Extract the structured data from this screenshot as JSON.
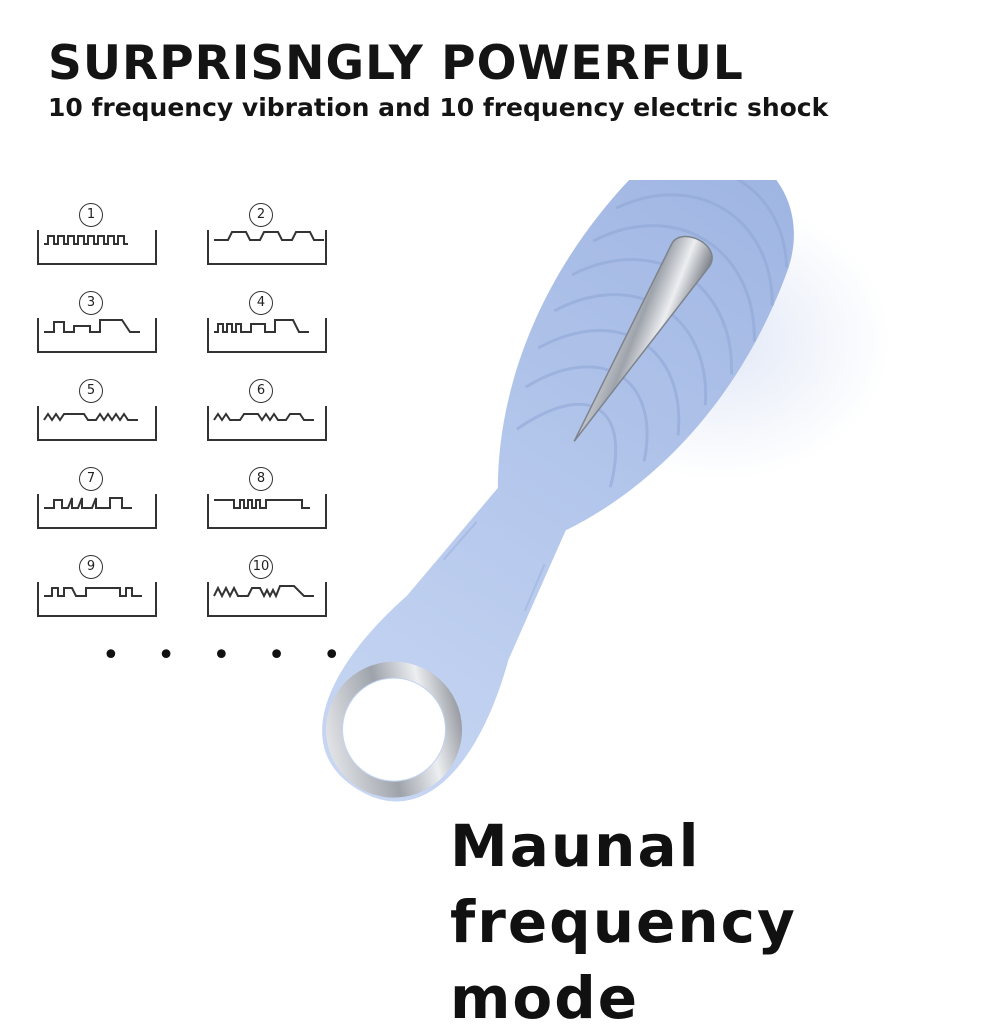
{
  "header": {
    "headline": "SURPRISNGLY POWERFUL",
    "subheadline": "10 frequency vibration and 10 frequency electric shock"
  },
  "modes": [
    {
      "number": "1"
    },
    {
      "number": "2"
    },
    {
      "number": "3"
    },
    {
      "number": "4"
    },
    {
      "number": "5"
    },
    {
      "number": "6"
    },
    {
      "number": "7"
    },
    {
      "number": "8"
    },
    {
      "number": "9"
    },
    {
      "number": "10"
    }
  ],
  "ellipsis": "• • • • • • •",
  "caption": "Maunal frequency mode",
  "colors": {
    "product_body": "#b5c8ec",
    "product_shade": "#8fa7d6",
    "chrome": "#c9ccd1",
    "text": "#141414"
  },
  "icons": {
    "waveform": "waveform-icon",
    "ring": "chrome-ring",
    "electrode": "chrome-electrode"
  }
}
